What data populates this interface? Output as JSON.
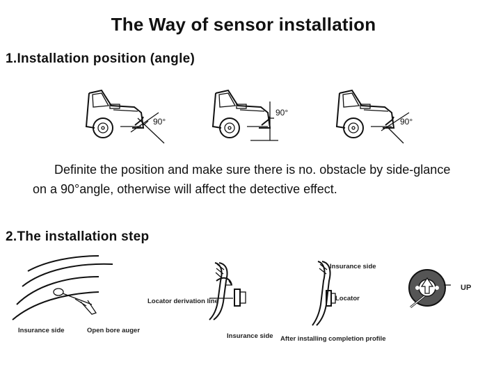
{
  "title": "The Way of sensor installation",
  "section1": {
    "heading": "1.Installation position (angle)",
    "angles": [
      "90°",
      "90°",
      "90°"
    ],
    "paragraph_line1": "Definite the position and make sure there is no. obstacle by side-glance",
    "paragraph_line2": "on a 90°angle, otherwise will affect the detective effect."
  },
  "section2": {
    "heading": "2.The installation step",
    "labels": {
      "insurance_side_1": "Insurance side",
      "open_bore_auger": "Open bore auger",
      "locator_derivation_line": "Locator derivation line",
      "insurance_side_2": "Insurance side",
      "insurance_side_3": "Insurance side",
      "locator": "Locator",
      "after_installing": "After installing completion profile",
      "up": "UP"
    }
  }
}
